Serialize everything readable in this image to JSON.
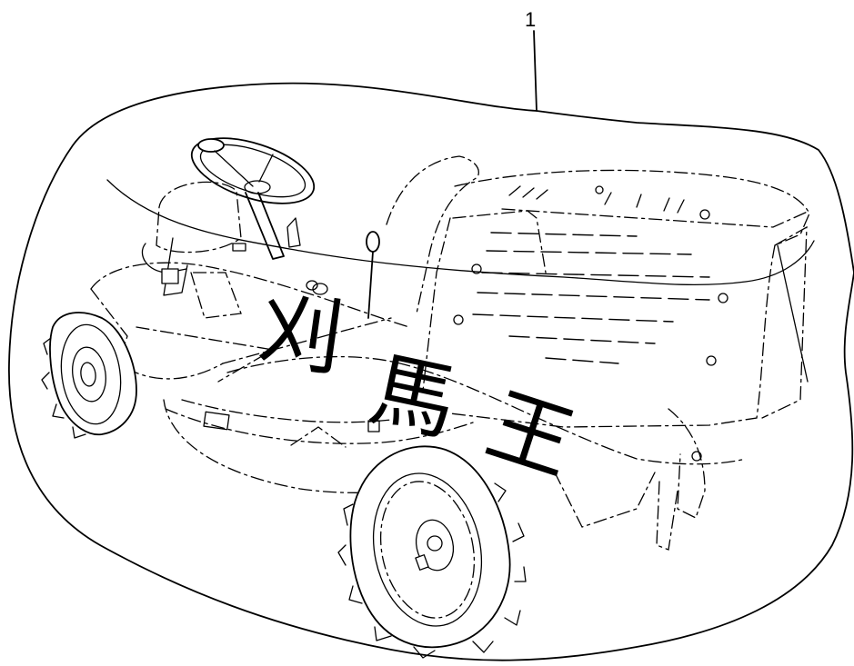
{
  "callout": {
    "number": "1"
  },
  "decal": {
    "characters": [
      "刈",
      "馬",
      "王"
    ]
  },
  "colors": {
    "line": "#000000",
    "background": "#ffffff"
  },
  "subject_icon": "riding-mower-icon"
}
